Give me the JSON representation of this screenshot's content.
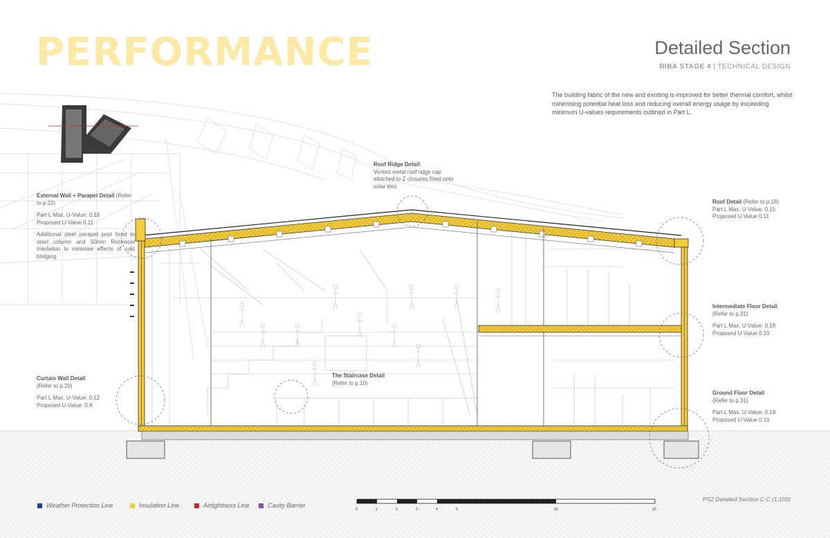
{
  "header": {
    "main_title": "PERFORMANCE",
    "section_title": "Detailed Section",
    "stage_bold": "RIBA STAGE 4",
    "stage_rest": " | TECHNICAL DESIGN"
  },
  "intro": "The building fabric of the new and existing is improved for better thermal comfort, whilst minimising potential heat loss and reducing overall energy usage by exceeding minimum U-values requirements outlined in Part L.",
  "annotations": {
    "external_wall": {
      "title": "External Wall + Parapet Detail",
      "ref": " (Refer to p.22)",
      "max": "Part L Max. U-Value: 0.18",
      "proposed": "Proposed U-Value 0.11",
      "body": "Additional steel parapet post fixed to steel column and 50mm Rockwool Insulation to minimise effects of cold bridging"
    },
    "roof_ridge": {
      "title": "Roof Ridge Detail:",
      "body": "Vented metal roof ridge cap attached to Z closures fixed onto solar tiles"
    },
    "roof": {
      "title": "Roof Detail",
      "ref": " (Refer to p.18)",
      "max": "Part L Max. U-Value: 0.15",
      "proposed": "Proposed U-Value 0.11"
    },
    "intermediate": {
      "title": "Intermediate Floor Detail",
      "ref": "(Refer to p.31)",
      "max": "Part L Max. U-Value: 0.18",
      "proposed": "Proposed U-Value 0.10"
    },
    "curtain": {
      "title": "Curtain Wall Detail",
      "ref": "(Refer to p.20)",
      "max": "Part L Max. U-Value: 0.12",
      "proposed": "Proposed U-Value: 0.8"
    },
    "staircase": {
      "title": "The Staircase Detail",
      "ref": "(Refer to p.10)"
    },
    "ground": {
      "title": "Ground Floor Detail",
      "ref": "(Refer to p.31)",
      "max": "Part L Max. U-Value: 0.18",
      "proposed": "Proposed U-Value 0.10"
    }
  },
  "legend": [
    {
      "label": "Weather Protection Line",
      "color": "#1f3f8f"
    },
    {
      "label": "Insulation Line",
      "color": "#f2cc3c"
    },
    {
      "label": "Airtightness Line",
      "color": "#c0282d"
    },
    {
      "label": "Cavity Barrier",
      "color": "#8a4f9e"
    }
  ],
  "scale_bar": {
    "labels": [
      "0",
      "1",
      "2",
      "3",
      "4",
      "5",
      "10",
      "15"
    ]
  },
  "caption": "PS2 Detailed Section C-C (1:100)",
  "colors": {
    "title": "#fde9a6",
    "insulation": "#f2cc3c",
    "ground_hatch": "#f1f1f1"
  }
}
